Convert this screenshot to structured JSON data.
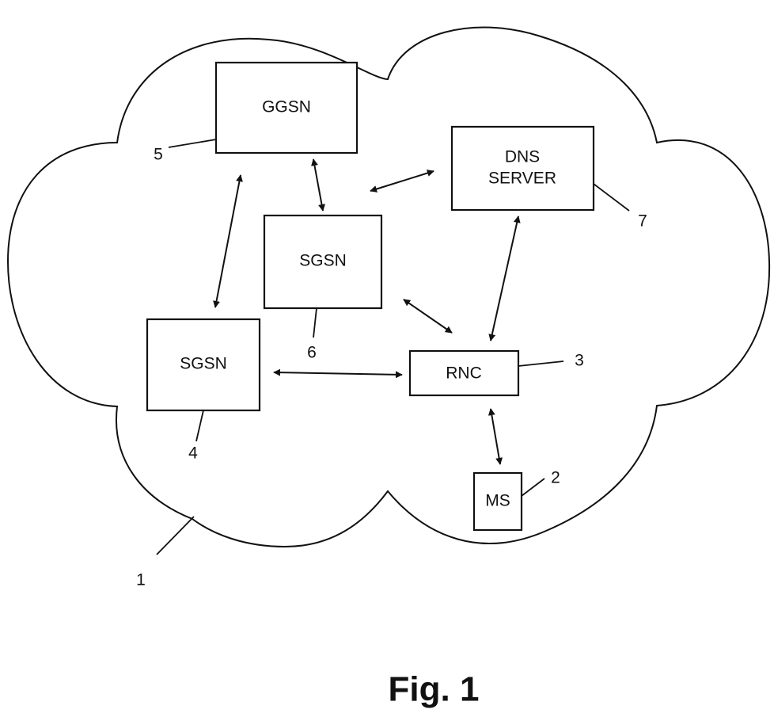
{
  "figure": {
    "caption": "Fig. 1",
    "cloud_ref": "1"
  },
  "nodes": {
    "ggsn": {
      "label": "GGSN",
      "ref": "5"
    },
    "dns_server": {
      "label_line1": "DNS",
      "label_line2": "SERVER",
      "ref": "7"
    },
    "sgsn_center": {
      "label": "SGSN",
      "ref": "6"
    },
    "sgsn_left": {
      "label": "SGSN",
      "ref": "4"
    },
    "rnc": {
      "label": "RNC",
      "ref": "3"
    },
    "ms": {
      "label": "MS",
      "ref": "2"
    }
  },
  "links": [
    "GGSN-SGSN(4)",
    "GGSN-SGSN(6)",
    "SGSN(6)-DNS SERVER",
    "SGSN(6)-RNC",
    "DNS SERVER-RNC",
    "SGSN(4)-RNC",
    "RNC-MS"
  ]
}
